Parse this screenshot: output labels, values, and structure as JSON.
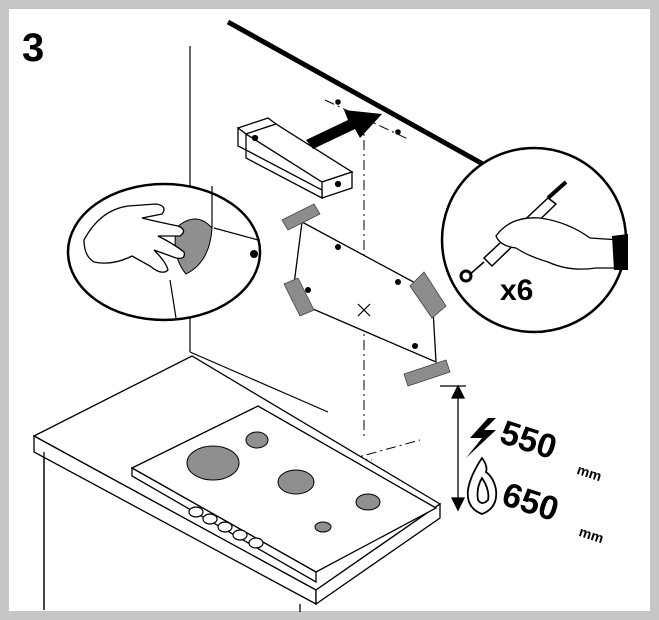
{
  "step": {
    "number": "3"
  },
  "marking": {
    "count_label": "x6"
  },
  "distances": {
    "electric": {
      "value": "550",
      "unit": "mm"
    },
    "gas": {
      "value": "650",
      "unit": "mm"
    }
  },
  "icons": [
    "lightning-icon",
    "flame-icon",
    "arrow-icon",
    "hand-icon",
    "pencil-icon"
  ],
  "colors": {
    "frame": "#c6c6c6",
    "tape": "#8c8c8c",
    "burner": "#8f8f8f",
    "ink": "#000000"
  }
}
